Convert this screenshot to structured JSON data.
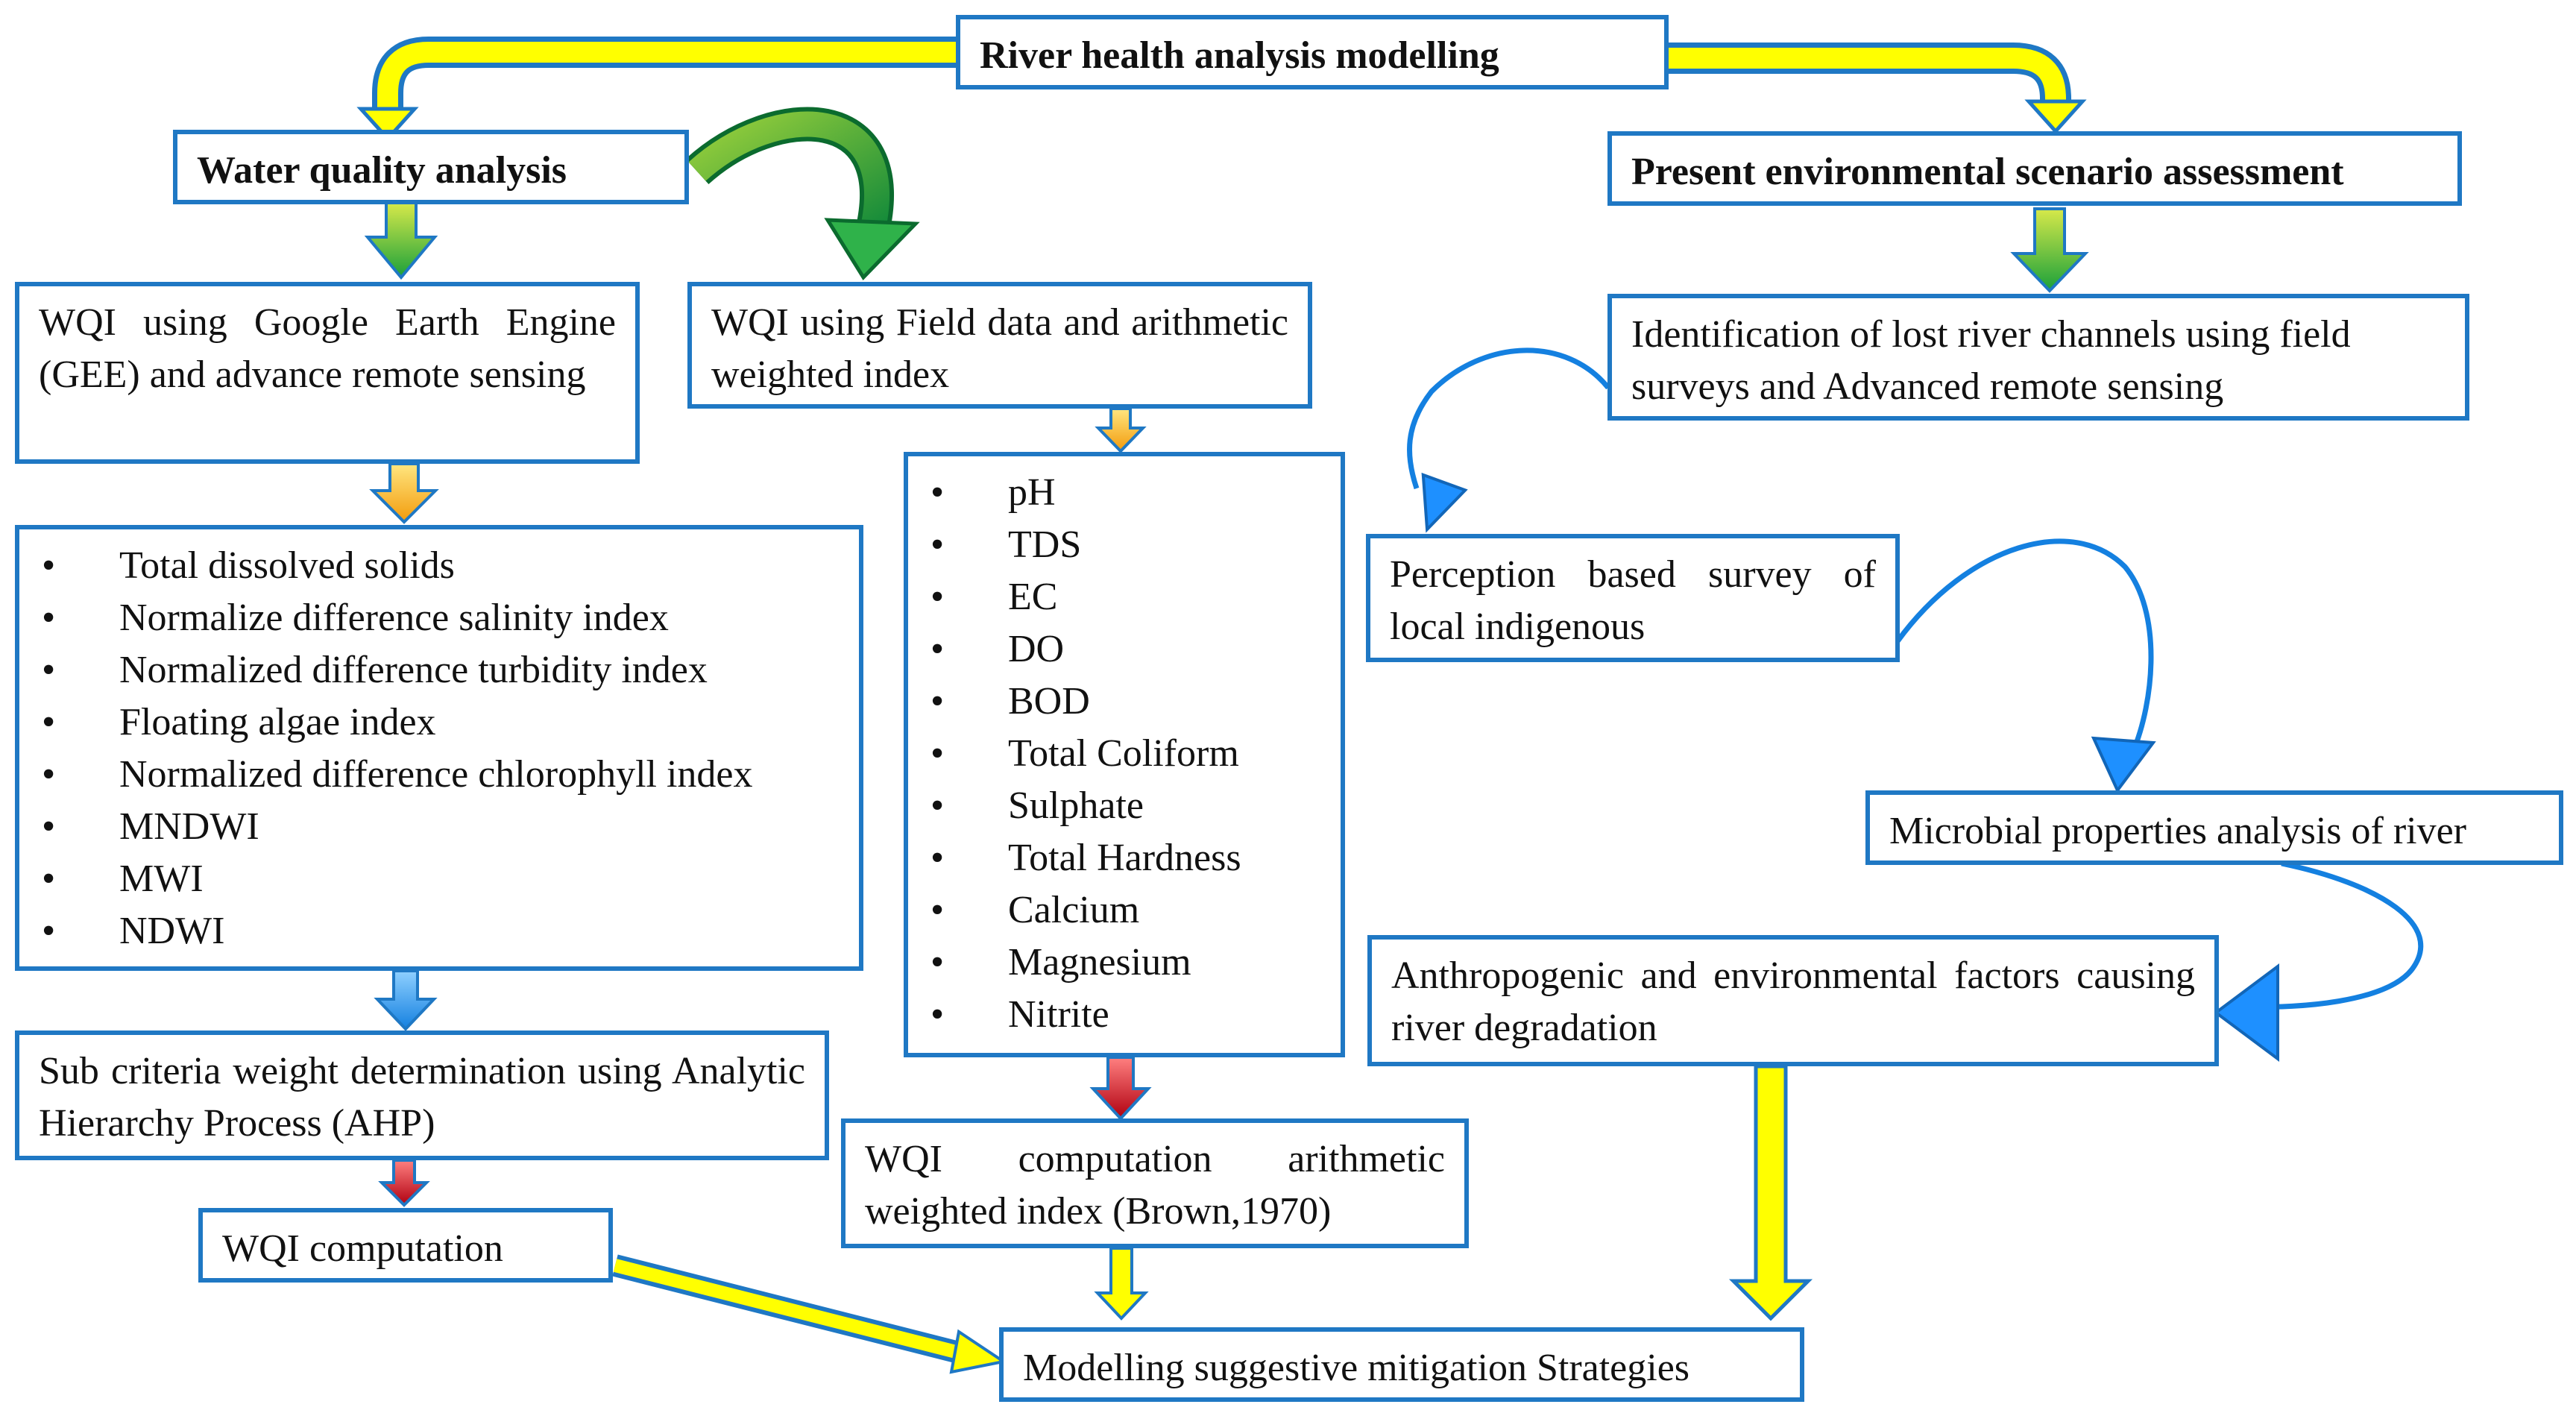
{
  "nodes": {
    "root": "River health analysis modelling",
    "water_quality": "Water quality analysis",
    "env_assessment": "Present environmental scenario assessment",
    "wqi_gee": "WQI using Google Earth Engine (GEE) and advance remote sensing",
    "wqi_field": "WQI using Field data and arithmetic weighted index",
    "lost_channels": "Identification of lost river channels using field surveys and Advanced remote sensing",
    "perception_survey": "Perception based survey of local indigenous",
    "microbial": "Microbial properties analysis of river",
    "anthropogenic": "Anthropogenic and environmental factors causing river degradation",
    "sub_criteria": "Sub criteria weight determination using Analytic Hierarchy Process (AHP)",
    "wqi_computation": "WQI computation",
    "wqi_arithmetic": "WQI computation arithmetic weighted index (Brown,1970)",
    "mitigation": "Modelling suggestive mitigation Strategies"
  },
  "gee_indices": [
    "Total dissolved solids",
    "Normalize difference salinity index",
    "Normalized difference turbidity index",
    "Floating algae index",
    "Normalized difference chlorophyll index",
    "MNDWI",
    "MWI",
    "NDWI"
  ],
  "field_parameters": [
    "pH",
    "TDS",
    "EC",
    "DO",
    "BOD",
    "Total Coliform",
    "Sulphate",
    "Total Hardness",
    "Calcium",
    "Magnesium",
    "Nitrite"
  ],
  "colors": {
    "box_border": "#1f78c4",
    "arrow_yellow": "#ffff00",
    "arrow_green": "#3cb54a",
    "arrow_orange": "#f5a623",
    "arrow_blue": "#1e90ff",
    "arrow_red": "#d0021b"
  }
}
